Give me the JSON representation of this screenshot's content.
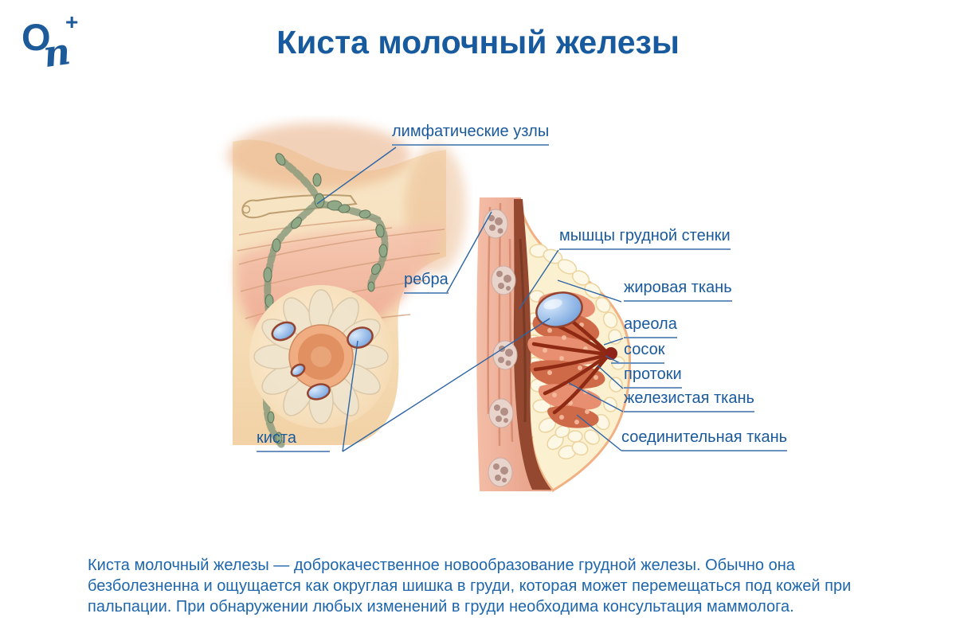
{
  "logo": {
    "o": "O",
    "n": "n",
    "plus": "+"
  },
  "title": "Киста молочный железы",
  "labels": {
    "lymph_nodes": "лимфатические узлы",
    "ribs": "ребра",
    "cyst": "киста",
    "chest_muscles": "мышцы грудной стенки",
    "fat": "жировая ткань",
    "areola": "ареола",
    "nipple": "сосок",
    "ducts": "протоки",
    "glandular": "железистая ткань",
    "connective": "соединительная ткань"
  },
  "description": {
    "lines": [
      "Киста молочный железы — доброкачественное новообразование грудной железы. Обычно она",
      "безболезненна и ощущается как округлая шишка в груди, которая может перемещаться под кожей при",
      "пальпации. При обнаружении любых изменений в груди необходима консультация маммолога."
    ]
  },
  "colors": {
    "accent_blue": "#1a5a9c",
    "underline_blue": "#6b92bf",
    "leader_line": "#2d65a5",
    "skin": "#f6dfbd",
    "muscle": "#eda893",
    "dark_muscle": "#94482f",
    "fat_tissue": "#fbf0d0",
    "gland": "#e78f70",
    "duct_red": "#8e2a14",
    "cyst_fill": "#6f9fdc",
    "cyst_rim": "#94432f",
    "lymph_green": "#84997a"
  }
}
